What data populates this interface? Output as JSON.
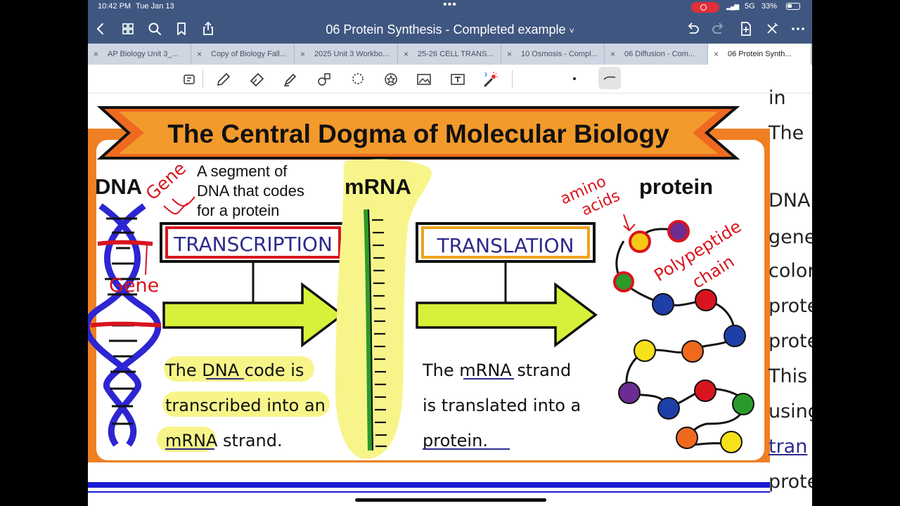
{
  "status_bar": {
    "time": "10:42 PM",
    "date": "Tue Jan 13",
    "network": "5G",
    "battery": "33%"
  },
  "title_bar": {
    "title": "06 Protein Synthesis - Completed example",
    "chevron": "˅"
  },
  "tabs": [
    {
      "label": "AP Biology Unit 3_..."
    },
    {
      "label": "Copy of Biology Fall..."
    },
    {
      "label": "2025 Unit 3 Workbo..."
    },
    {
      "label": "25-26 CELL TRANS..."
    },
    {
      "label": "10 Osmosis - Compl..."
    },
    {
      "label": "06 Diffusion - Com..."
    },
    {
      "label": "06 Protein Synth..."
    }
  ],
  "tab_close": "×",
  "diagram": {
    "title": "The Central Dogma of Molecular Biology",
    "dna_label": "DNA",
    "mrna_label": "mRNA",
    "protein_label": "protein",
    "gene_note": "A segment of DNA that codes for a protein",
    "gene_note_lines": [
      "A segment of",
      "DNA that codes",
      "for a protein"
    ],
    "transcription": "TRANSCRIPTION",
    "translation": "TRANSLATION",
    "dna_text_lines": [
      "The DNA code is",
      "transcribed into an",
      "mRNA strand."
    ],
    "mrna_text_lines": [
      "The mRNA strand",
      "is translated into a",
      "protein."
    ],
    "annotations": {
      "gene_top": "Gene",
      "gene_mid": "Gene",
      "amino": "amino",
      "acids": "acids",
      "polypeptide": "Polypeptide",
      "chain": "chain"
    }
  },
  "side_text": [
    "in The",
    "DNA",
    "gene",
    "color",
    "prote",
    "prote",
    "This",
    "using",
    "tran",
    "prote"
  ],
  "colors": {
    "header_bg": "#3f5780",
    "banner_orange": "#ef7f23",
    "arrow_green": "#d7f13a",
    "highlight": "#f7f58a",
    "ink_red": "#d8151e",
    "ink_blue": "#2c2a8a"
  }
}
